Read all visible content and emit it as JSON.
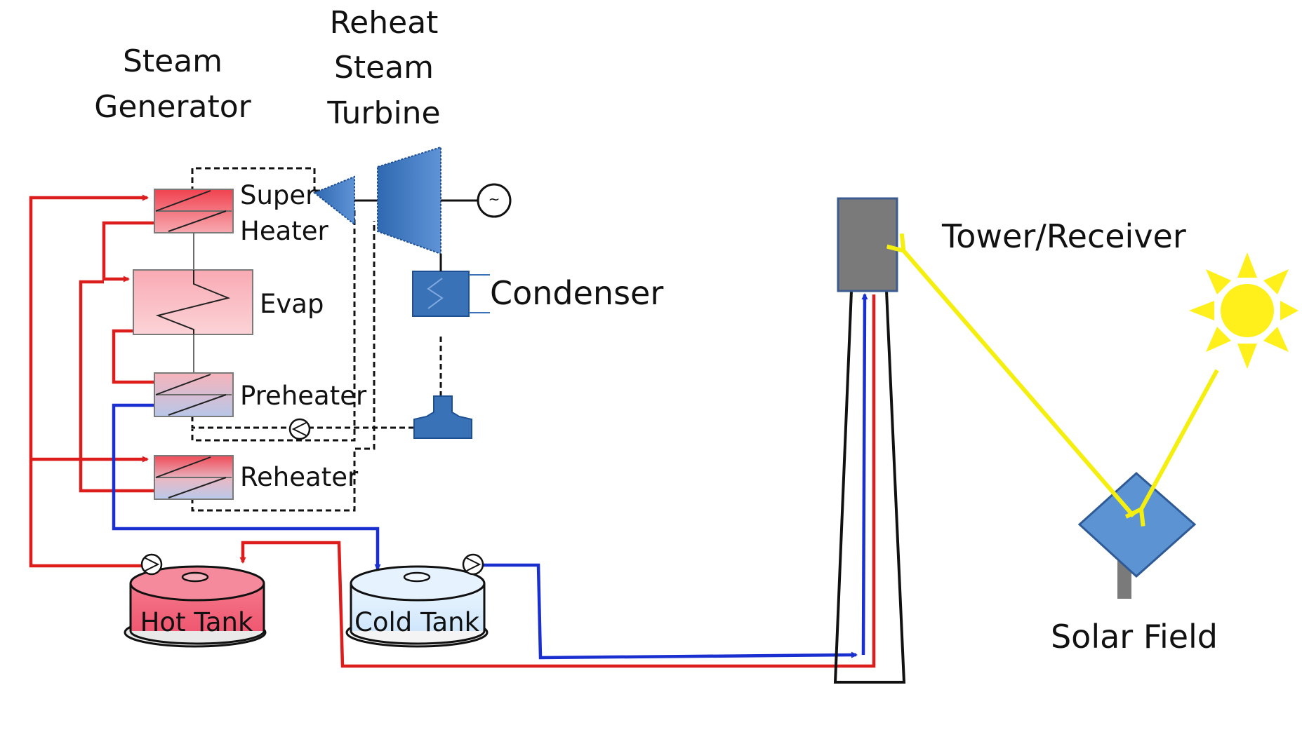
{
  "labels": {
    "steam_generator_line1": "Steam",
    "steam_generator_line2": "Generator",
    "turbine_line1": "Reheat",
    "turbine_line2": "Steam",
    "turbine_line3": "Turbine",
    "superheater_line1": "Super",
    "superheater_line2": "Heater",
    "evaporator": "Evap",
    "preheater": "Preheater",
    "reheater": "Reheater",
    "condenser": "Condenser",
    "hot_tank": "Hot Tank",
    "cold_tank": "Cold Tank",
    "tower_receiver": "Tower/Receiver",
    "solar_field": "Solar Field",
    "generator_symbol": "~"
  },
  "colors": {
    "hot_salt": "#dd1c1c",
    "cold_salt": "#1a2fcf",
    "steam_loop": "#111111",
    "turbine_blue": "#3a72b8",
    "heliostat_blue": "#5b93d3",
    "sun_yellow": "#ffef1a",
    "sunlight_ray": "#f5ef10",
    "receiver_gray": "#7a7a7a",
    "hot_tank_fill": "#f36b7e",
    "cold_tank_fill": "#dcefff"
  }
}
